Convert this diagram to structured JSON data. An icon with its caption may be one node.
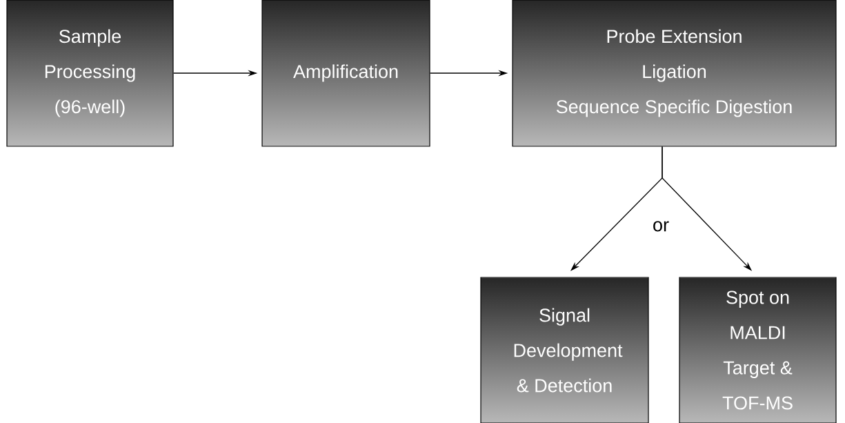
{
  "diagram": {
    "nodes": [
      {
        "text": [
          "Sample Processing (96-well)"
        ]
      },
      {
        "text": [
          "Amplification"
        ]
      },
      {
        "text": [
          "Probe Extension",
          "Ligation",
          "Sequence Specific Digestion"
        ]
      },
      {
        "text": [
          "Signal Development & Detection"
        ]
      },
      {
        "text": [
          "Spot on MALDI Target & TOF-MS"
        ]
      }
    ],
    "edges": [
      {
        "from": 0,
        "to": 1,
        "arrow": "to"
      },
      {
        "from": 1,
        "to": 2,
        "arrow": "to"
      },
      {
        "from": 2,
        "to": 3,
        "arrow": "to"
      },
      {
        "from": 2,
        "to": 4,
        "arrow": "to"
      }
    ],
    "labels": [
      "or"
    ]
  }
}
